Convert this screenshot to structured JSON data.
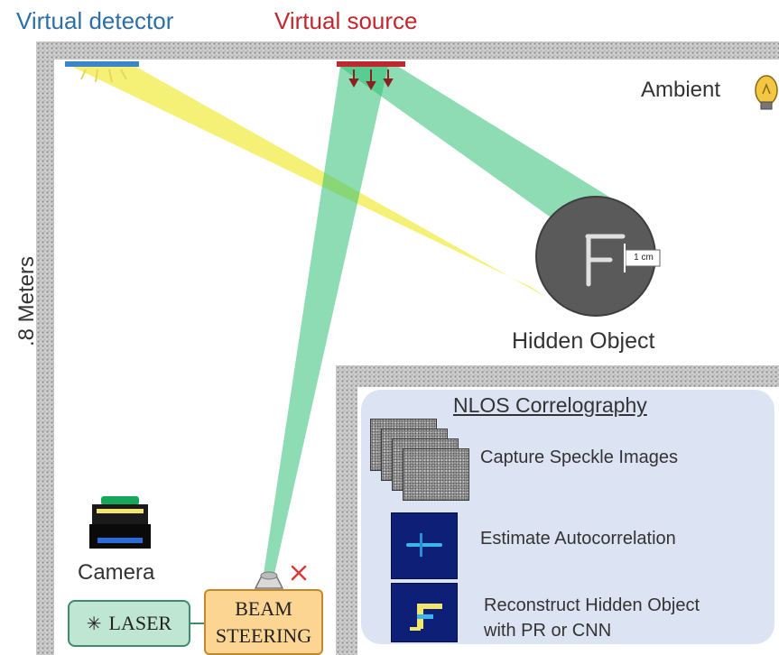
{
  "labels": {
    "virtual_detector": "Virtual detector",
    "virtual_source": "Virtual source",
    "ambient": "Ambient",
    "meters": ".8 Meters",
    "scale": "1 cm",
    "hidden_object": "Hidden Object",
    "camera": "Camera",
    "laser": "LASER",
    "beam_steering_line1": "BEAM",
    "beam_steering_line2": "STEERING"
  },
  "panel": {
    "title": "NLOS Correlography",
    "steps": [
      {
        "label": "Capture Speckle Images",
        "icon": "speckle-stack-icon"
      },
      {
        "label": "Estimate Autocorrelation",
        "icon": "autocorrelation-icon"
      },
      {
        "label_line1": "Reconstruct Hidden Object",
        "label_line2": "with PR or CNN",
        "icon": "reconstruction-icon"
      }
    ]
  },
  "colors": {
    "detector": "#3a86c8",
    "source": "#c0282d",
    "detector_text": "#2e6ea6",
    "source_text": "#c0282d",
    "yellow_beam": "#f3f06a",
    "green_beam": "#39c07a",
    "laser_box": "#bfe5d3",
    "beam_box": "#fbd591",
    "panel": "#dce3f2"
  }
}
